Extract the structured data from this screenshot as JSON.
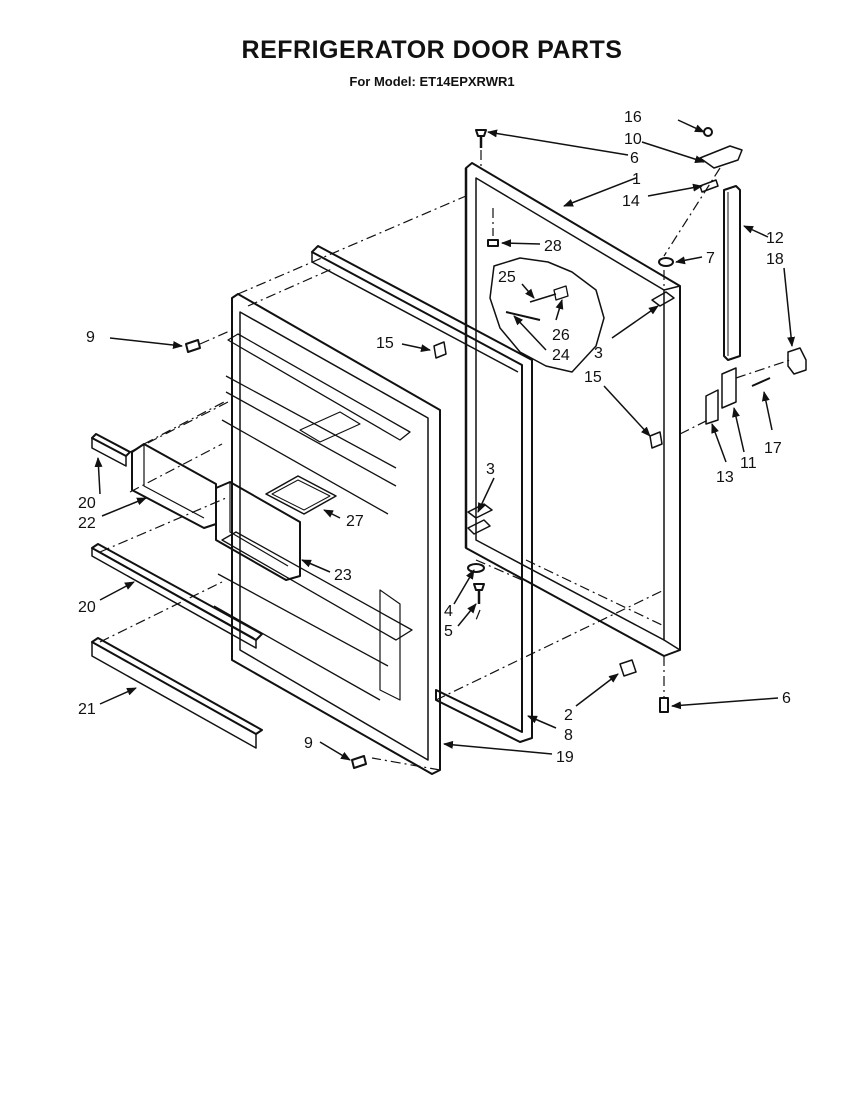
{
  "title": "REFRIGERATOR DOOR PARTS",
  "subtitle": "For Model: ET14EPXRWR1",
  "callouts": [
    {
      "id": "p16a",
      "text": "16"
    },
    {
      "id": "p10",
      "text": "10"
    },
    {
      "id": "p6a",
      "text": "6"
    },
    {
      "id": "p1",
      "text": "1"
    },
    {
      "id": "p14",
      "text": "14"
    },
    {
      "id": "p12",
      "text": "12"
    },
    {
      "id": "p28",
      "text": "28"
    },
    {
      "id": "p7",
      "text": "7"
    },
    {
      "id": "p18",
      "text": "18"
    },
    {
      "id": "p25",
      "text": "25"
    },
    {
      "id": "p26",
      "text": "26"
    },
    {
      "id": "p24",
      "text": "24"
    },
    {
      "id": "p9a",
      "text": "9"
    },
    {
      "id": "p15a",
      "text": "15"
    },
    {
      "id": "p3a",
      "text": "3"
    },
    {
      "id": "p15b",
      "text": "15"
    },
    {
      "id": "p17",
      "text": "17"
    },
    {
      "id": "p13",
      "text": "13"
    },
    {
      "id": "p11",
      "text": "11"
    },
    {
      "id": "p3b",
      "text": "3"
    },
    {
      "id": "p20a",
      "text": "20"
    },
    {
      "id": "p22",
      "text": "22"
    },
    {
      "id": "p27",
      "text": "27"
    },
    {
      "id": "p23",
      "text": "23"
    },
    {
      "id": "p20b",
      "text": "20"
    },
    {
      "id": "p4",
      "text": "4"
    },
    {
      "id": "p5",
      "text": "5"
    },
    {
      "id": "p6b",
      "text": "6"
    },
    {
      "id": "p21",
      "text": "21"
    },
    {
      "id": "p2",
      "text": "2"
    },
    {
      "id": "p8",
      "text": "8"
    },
    {
      "id": "p9b",
      "text": "9"
    },
    {
      "id": "p19",
      "text": "19"
    }
  ]
}
